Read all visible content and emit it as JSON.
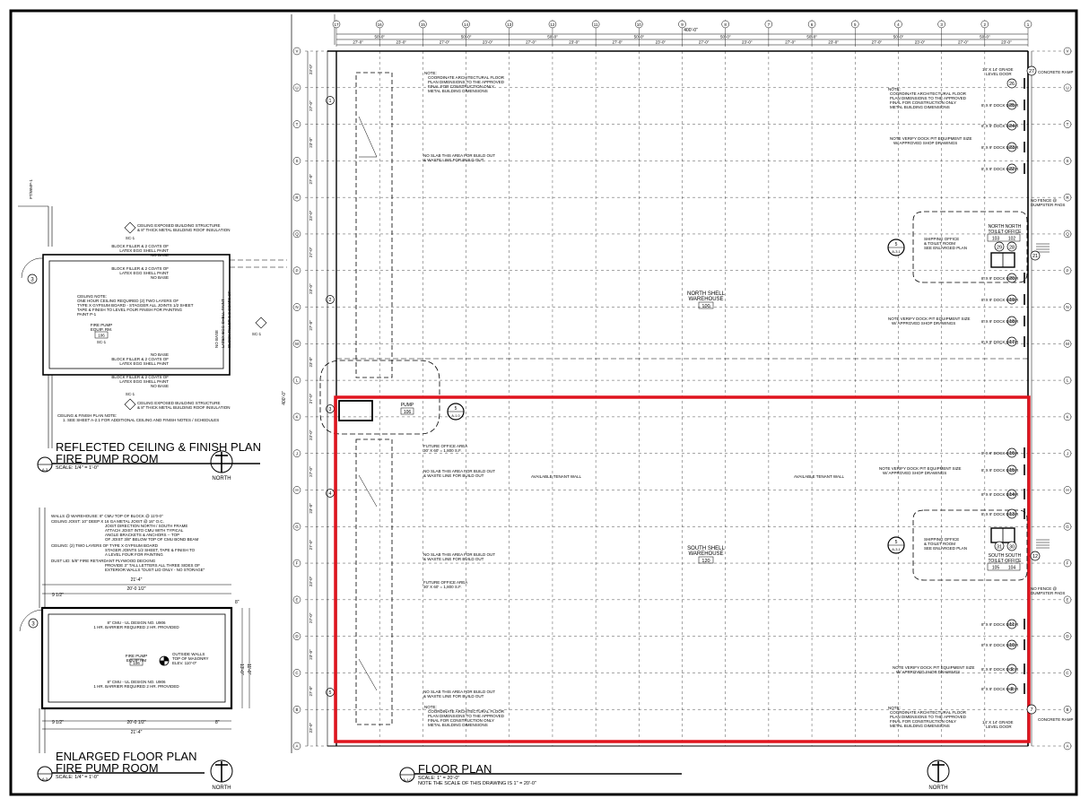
{
  "rcp": {
    "title1": "REFLECTED CEILING & FINISH PLAN",
    "title2": "FIRE PUMP ROOM",
    "scale": "SCALE: 1/4\" = 1'-0\"",
    "tag": "A-3",
    "north": "NORTH",
    "note_ceiling": "CEILING EXPOSED BUILDING STRUCTURE",
    "note_ceiling2": "& 8\" THICK METAL BUILDING ROOF INSULATION",
    "sc1": "SC-1",
    "block_filler": "BLOCK FILLER & 2 COATS OF",
    "latex": "LATEX EGG SHELL PAINT",
    "no_base": "NO BASE",
    "ceiling_note1": "CEILING NOTE:",
    "ceiling_note2": "ONE HOUR CEILING REQUIRED (2) TWO LAYERS OF",
    "ceiling_note3": "TYPE X GYPSUM BOARD - STAGGER ALL JOINTS 1/2 SHEET",
    "ceiling_note4": "TAPE & FINISH TO LEVEL FOUR FINISH FOR PAINTING",
    "ceiling_note5": "PAINT P-1",
    "room_name1": "FIRE PUMP",
    "room_name2": "EQUIP. RM.",
    "room_num": "106",
    "plan_note1": "CEILING & FINISH PLAN NOTE:",
    "plan_note2": "1. SEE SHEET A-2.1 FOR ADDITIONAL CEILING AND FINISH NOTES / SCHEDULES",
    "ptwmp": "PT/WMP-1"
  },
  "efp": {
    "title1": "ENLARGED FLOOR PLAN",
    "title2": "FIRE PUMP ROOM",
    "scale": "SCALE: 1/4\" = 1'-0\"",
    "tag": "A-3",
    "north": "NORTH",
    "notes": [
      "WALLS @ WAREHOUSE:  8\" CMU TOP OF BLOCK @ 11'0-0\"",
      "CEILING JOIST:          10\" DEEP X 16 GA METAL JOIST @ 16\" O.C.",
      "JOIST DIRECTION NORTH / SOUTH FRAME",
      "ATTACH JOIST INTO CMU WITH TYPICAL",
      "ANGLE BRACKETS & ANCHORS -- TOP",
      "OF JOIST 3/8\" BELOW TOP OF CMU BOND BEAM",
      "CEILING:                    (2) TWO LAYERS OF TYPE X GYPSUM BOARD",
      "STAGER JOINTS 1/2 SHEET, TAPE & FINISH TO",
      "A LEVEL FOUR FOR PAINTING",
      "DUST LID:                  5/8\" FIRE RETARDANT PLYWOOD DECKING",
      "PROVIDE 3\" TALL LETTERS ALL THREE SIDES OF",
      "EXTERIOR WALLS \"DUST LID ONLY - NO STORAGE\""
    ],
    "dim_total": "21'-4\"",
    "dim_inner": "20'-0 1/2\"",
    "dim_left": "9 1/2\"",
    "dim_right": "8\"",
    "cmu1": "8\" CMU - UL DESIGN NO. U906",
    "cmu1b": "1 HR. BARRIER REQUIRED 2 HR. PROVIDED",
    "cmu2": "8\" CMU - UL DESIGN NO. U906",
    "cmu2b": "1 HR. BARRIER REQUIRED 2 HR. PROVIDED",
    "room_name1": "FIRE PUMP",
    "room_name2": "EQUIP RM",
    "room_num": "106",
    "outside1": "OUTSIDE WALLS",
    "outside2": "TOP OF MASONRY",
    "outside3": "ELEV. 110'-0\"",
    "dim_v1": "13'-0\"",
    "dim_v2": "11'-0\""
  },
  "floor": {
    "title": "FLOOR PLAN",
    "scale": "SCALE: 1\" = 20'-0\"",
    "scale_note": "NOTE THE SCALE OF THIS DRAWING IS 1\" = 20'-0\"",
    "tag": "A-1.0",
    "north": "NORTH",
    "overall_width": "400'-0\"",
    "overall_height": "400'-0\"",
    "col_bays": [
      "50'-0\"",
      "50'-0\"",
      "50'-0\"",
      "50'-0\"",
      "50'-0\"",
      "50'-0\"",
      "50'-0\"",
      "50'-0\""
    ],
    "sub_bays": [
      "27'-0\"",
      "23'-0\""
    ],
    "grid_cols": [
      "17",
      "16",
      "15",
      "14",
      "13",
      "12",
      "11",
      "10",
      "9",
      "8",
      "7",
      "6",
      "5",
      "4",
      "3",
      "2",
      "1"
    ],
    "grid_rows": [
      "V",
      "U",
      "T",
      "S",
      "R",
      "Q",
      "P",
      "N",
      "M",
      "L",
      "K",
      "J",
      "H",
      "G",
      "F",
      "E",
      "D",
      "C",
      "B",
      "A"
    ],
    "north_room1": "NORTH SHELL",
    "north_room2": "WAREHOUSE",
    "north_room_num": "100",
    "south_room1": "SOUTH SHELL",
    "south_room2": "WAREHOUSE",
    "south_room_num": "120",
    "pump_label": "PUMP",
    "pump_num": "106",
    "coord_note": [
      "NOTE:",
      "COORDINATE ARCHITECTURAL FLOOR",
      "PLAN DIMENSIONS TO THE APPROVED",
      "FINAL FOR CONSTRUCTION ONLY",
      "METAL BUILDING DIMENSIONS"
    ],
    "no_slab1": "NO SLAB THIS AREA FOR BUILD OUT",
    "no_slab2": "& WASTE LINE FOR BUILD OUT",
    "future_office1": "FUTURE OFFICE AREA",
    "future_office2": "30' X 60' = 1,800 S.F.",
    "tenant_wall": "AVAILABLE TENANT WALL",
    "grade_door1": "14' X 14' GRADE",
    "grade_door2": "LEVEL DOOR",
    "dock_door": "8' X 9' DOCK DOOR",
    "verify1": "NOTE VERIFY DOCK PIT EQUIPMENT SIZE",
    "verify2": "W/ APPROVED SHOP DRAWINGS",
    "concrete_ramp": "CONCRETE RAMP",
    "no_fence1": "NO FENCE @",
    "no_fence2": "DUMPSTER PADS",
    "ship1": "SHIPPING OFFICE",
    "ship2": "& TOILET ROOM",
    "ship3": "SEE ENLARGED PLAN",
    "north_toilet": "NORTH NORTH",
    "north_toilet2": "TOILET OFFICE",
    "north_toilet_nums": [
      "103",
      "102"
    ],
    "south_toilet": "SOUTH SOUTH",
    "south_toilet2": "TOILET OFFICE",
    "south_toilet_nums": [
      "105",
      "104"
    ],
    "north_doors": [
      "27",
      "26",
      "25",
      "24",
      "23",
      "22",
      "21",
      "20",
      "19",
      "18",
      "17"
    ],
    "south_doors": [
      "16",
      "15",
      "14",
      "13",
      "12",
      "11",
      "10",
      "9",
      "8",
      "7"
    ],
    "north_office_doors": [
      "29",
      "28"
    ],
    "south_office_doors": [
      "31",
      "30"
    ],
    "west_tags": [
      "1",
      "2",
      "3",
      "4",
      "5"
    ],
    "enlarged_tag": "5",
    "enlarged_sheet": "A-3.1"
  },
  "highlight_color": "#e0141e"
}
